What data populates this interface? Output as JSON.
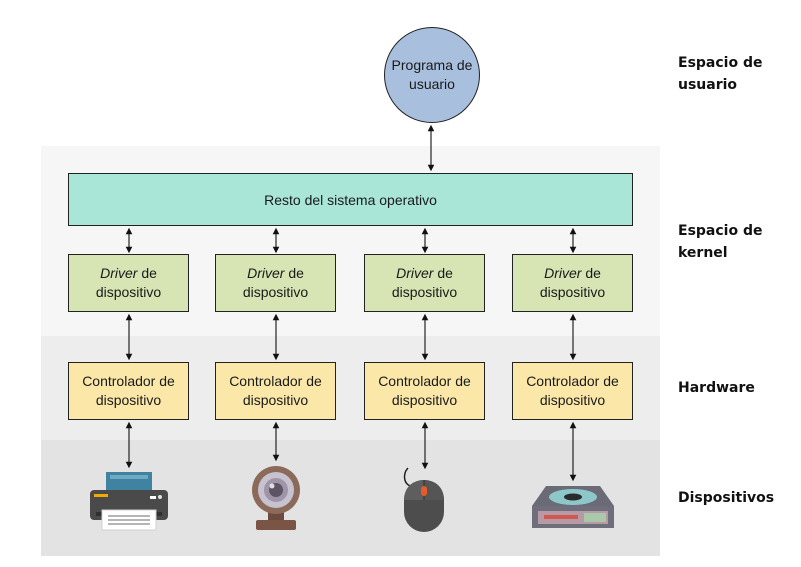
{
  "user_program": {
    "label": "Programa de usuario"
  },
  "os_box": {
    "label": "Resto del sistema operativo"
  },
  "drivers": [
    {
      "emph": "Driver",
      "rest": " de dispositivo"
    },
    {
      "emph": "Driver",
      "rest": " de dispositivo"
    },
    {
      "emph": "Driver",
      "rest": " de dispositivo"
    },
    {
      "emph": "Driver",
      "rest": " de dispositivo"
    }
  ],
  "controllers": [
    {
      "label": "Controlador de dispositivo"
    },
    {
      "label": "Controlador de dispositivo"
    },
    {
      "label": "Controlador de dispositivo"
    },
    {
      "label": "Controlador de dispositivo"
    }
  ],
  "layers": {
    "user_space": "Espacio de usuario",
    "kernel_space": "Espacio de kernel",
    "hardware": "Hardware",
    "devices": "Dispositivos"
  },
  "devices": [
    "printer-icon",
    "webcam-icon",
    "mouse-icon",
    "disk-drive-icon"
  ],
  "colors": {
    "user_circle": "#a8bfdd",
    "os_box": "#a9e6d8",
    "driver_box": "#d6e5b3",
    "controller_box": "#fbe8a9"
  }
}
